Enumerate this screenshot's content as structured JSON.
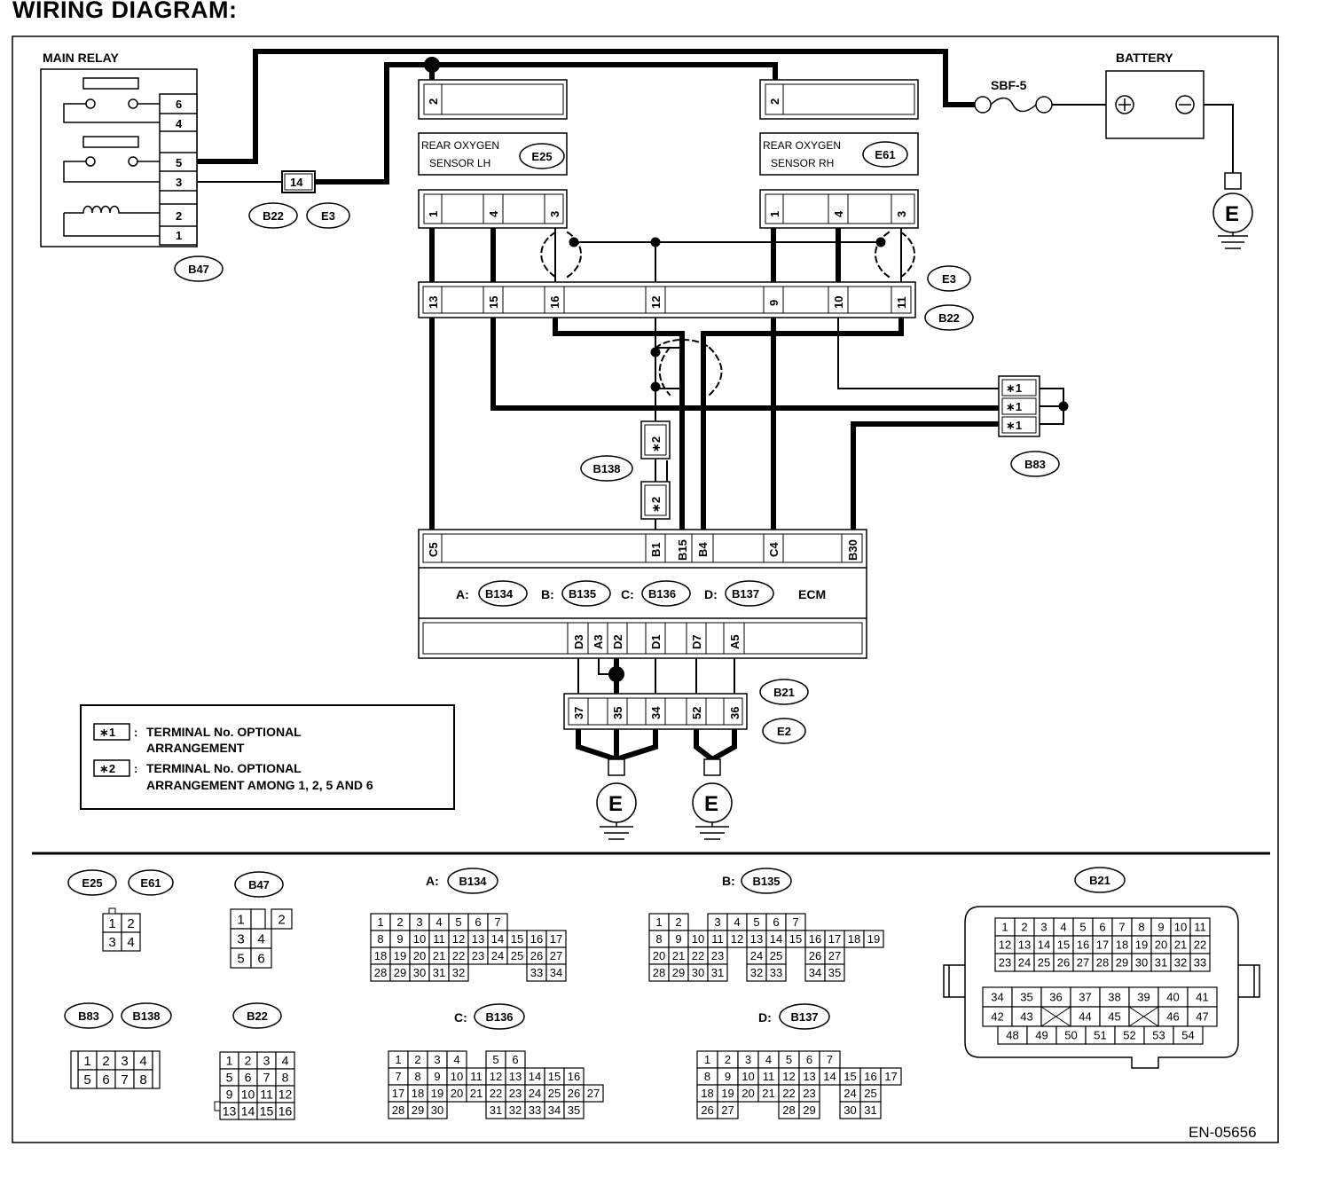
{
  "title": "WIRING DIAGRAM:",
  "labels": {
    "main_relay": "MAIN RELAY",
    "battery": "BATTERY",
    "fuse": "SBF-5",
    "ground": "E",
    "ecm": "ECM",
    "sensor_lh": [
      "REAR OXYGEN",
      "SENSOR LH"
    ],
    "sensor_rh": [
      "REAR OXYGEN",
      "SENSOR RH"
    ],
    "plus": "+",
    "minus": "−",
    "doc_id": "EN-05656"
  },
  "connectors": {
    "E25": "E25",
    "E61": "E61",
    "E3": "E3",
    "B22": "B22",
    "B47": "B47",
    "B83": "B83",
    "B138": "B138",
    "B21": "B21",
    "E2": "E2",
    "B134": "B134",
    "B135": "B135",
    "B136": "B136",
    "B137": "B137"
  },
  "ecm_connectors": [
    {
      "prefix": "A:",
      "id": "B134"
    },
    {
      "prefix": "B:",
      "id": "B135"
    },
    {
      "prefix": "C:",
      "id": "B136"
    },
    {
      "prefix": "D:",
      "id": "B137"
    }
  ],
  "pins": {
    "relay": [
      "6",
      "4",
      "5",
      "3",
      "2",
      "1"
    ],
    "b22_e3_single": "14",
    "sensor_top": "2",
    "sensor_bottom": [
      "1",
      "4",
      "3"
    ],
    "b22_row": [
      "13",
      "15",
      "16",
      "12",
      "9",
      "10",
      "11"
    ],
    "ecm_top": [
      "C5",
      "B1",
      "B15",
      "B4",
      "C4",
      "B30"
    ],
    "ecm_bottom": [
      "D3",
      "A3",
      "D2",
      "D1",
      "D7",
      "A5"
    ],
    "b21_row": [
      "37",
      "35",
      "34",
      "52",
      "36"
    ],
    "b83": [
      "∗1",
      "∗1",
      "∗1"
    ],
    "b138": [
      "∗2",
      "∗2"
    ]
  },
  "legend": [
    {
      "key": "∗1",
      "text": [
        "TERMINAL No. OPTIONAL",
        "ARRANGEMENT"
      ]
    },
    {
      "key": "∗2",
      "text": [
        "TERMINAL No. OPTIONAL",
        "ARRANGEMENT AMONG 1, 2, 5  AND 6"
      ]
    }
  ],
  "connector_faces": {
    "e25_rows": [
      [
        "1",
        "2"
      ],
      [
        "3",
        "4"
      ]
    ],
    "b47_rows": [
      [
        "1",
        "",
        "2"
      ],
      [
        "3",
        "4"
      ],
      [
        "5",
        "6"
      ]
    ],
    "b83_rows": [
      [
        "1",
        "2",
        "3",
        "4"
      ],
      [
        "5",
        "6",
        "7",
        "8"
      ]
    ],
    "b22_rows": [
      [
        "1",
        "2",
        "3",
        "4"
      ],
      [
        "5",
        "6",
        "7",
        "8"
      ],
      [
        "9",
        "10",
        "11",
        "12"
      ],
      [
        "13",
        "14",
        "15",
        "16"
      ]
    ],
    "b134_rows": [
      [
        "1",
        "2",
        "3",
        "4",
        "5",
        "6",
        "7"
      ],
      [
        "8",
        "9",
        "10",
        "11",
        "12",
        "13",
        "14",
        "15",
        "16",
        "17"
      ],
      [
        "18",
        "19",
        "20",
        "21",
        "22",
        "23",
        "24",
        "25",
        "26",
        "27"
      ],
      [
        "28",
        "29",
        "30",
        "31",
        "32",
        "",
        "",
        "",
        "33",
        "34"
      ]
    ],
    "b135_rows": [
      [
        "1",
        "2",
        "",
        "3",
        "4",
        "5",
        "6",
        "7"
      ],
      [
        "8",
        "9",
        "10",
        "11",
        "12",
        "13",
        "14",
        "15",
        "16",
        "17",
        "18",
        "19"
      ],
      [
        "20",
        "21",
        "22",
        "23",
        "",
        "24",
        "25",
        "",
        "26",
        "27"
      ],
      [
        "28",
        "29",
        "30",
        "31",
        "",
        "32",
        "33",
        "",
        "34",
        "35"
      ]
    ],
    "b136_rows": [
      [
        "1",
        "2",
        "3",
        "4",
        "",
        "5",
        "6"
      ],
      [
        "7",
        "8",
        "9",
        "10",
        "11",
        "12",
        "13",
        "14",
        "15",
        "16"
      ],
      [
        "17",
        "18",
        "19",
        "20",
        "21",
        "22",
        "23",
        "24",
        "25",
        "26",
        "27"
      ],
      [
        "28",
        "29",
        "30",
        "",
        "",
        "31",
        "32",
        "33",
        "34",
        "35"
      ]
    ],
    "b137_rows": [
      [
        "1",
        "2",
        "3",
        "4",
        "5",
        "6",
        "7"
      ],
      [
        "8",
        "9",
        "10",
        "11",
        "12",
        "13",
        "14",
        "15",
        "16",
        "17"
      ],
      [
        "18",
        "19",
        "20",
        "21",
        "22",
        "23",
        "",
        "24",
        "25"
      ],
      [
        "26",
        "27",
        "",
        "",
        "28",
        "29",
        "",
        "30",
        "31"
      ]
    ],
    "b21_rows": [
      [
        "1",
        "2",
        "3",
        "4",
        "5",
        "6",
        "7",
        "8",
        "9",
        "10",
        "11"
      ],
      [
        "12",
        "13",
        "14",
        "15",
        "16",
        "17",
        "18",
        "19",
        "20",
        "21",
        "22"
      ],
      [
        "23",
        "24",
        "25",
        "26",
        "27",
        "28",
        "29",
        "30",
        "31",
        "32",
        "33"
      ],
      [
        "34",
        "35",
        "36",
        "37",
        "38",
        "39",
        "40",
        "41"
      ],
      [
        "42",
        "43",
        "",
        "44",
        "45",
        "",
        "46",
        "47"
      ],
      [
        "48",
        "49",
        "50",
        "51",
        "52",
        "53",
        "54"
      ]
    ]
  }
}
